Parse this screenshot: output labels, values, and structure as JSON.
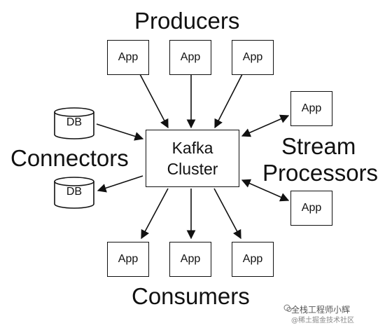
{
  "labels": {
    "producers": "Producers",
    "consumers": "Consumers",
    "connectors": "Connectors",
    "stream_line1": "Stream",
    "stream_line2": "Processors"
  },
  "cluster": {
    "line1": "Kafka",
    "line2": "Cluster"
  },
  "app_label": "App",
  "db_label": "DB",
  "watermark": {
    "line1": "全栈工程师小辉",
    "line2": "@稀土掘金技术社区"
  },
  "colors": {
    "stroke": "#111111",
    "background": "#ffffff"
  }
}
